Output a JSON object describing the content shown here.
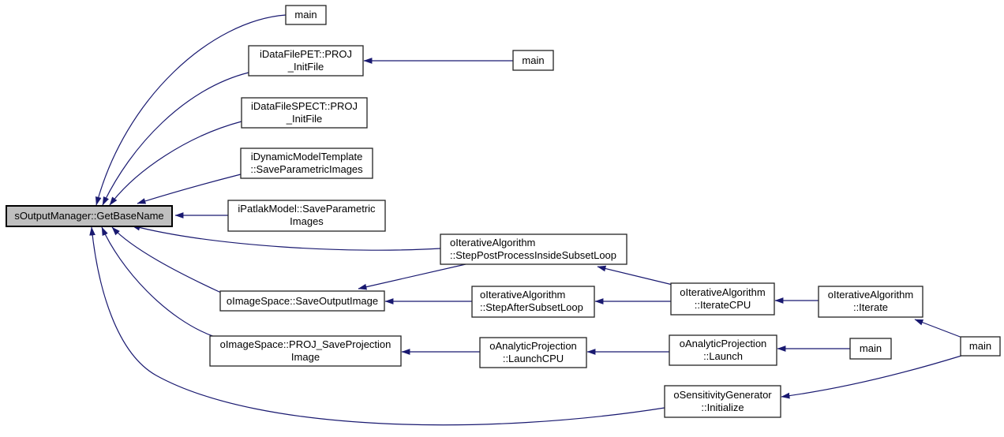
{
  "diagram": {
    "kind": "doxygen-caller-graph",
    "root_function": "sOutputManager::GetBaseName",
    "edge_color": "#191970",
    "node_fill": "#ffffff",
    "node_border": "#242424",
    "highlight_fill": "#bfbfbf",
    "background": "#ffffff"
  },
  "nodes": [
    {
      "id": "main-top",
      "lines": [
        "main"
      ],
      "highlighted": false
    },
    {
      "id": "idatafilepet-proj-initfile",
      "lines": [
        "iDataFilePET::PROJ",
        "_InitFile"
      ],
      "highlighted": false
    },
    {
      "id": "main-pet-caller",
      "lines": [
        "main"
      ],
      "highlighted": false
    },
    {
      "id": "idatafilespect-proj-initfile",
      "lines": [
        "iDataFileSPECT::PROJ",
        "_InitFile"
      ],
      "highlighted": false
    },
    {
      "id": "idynamicmodeltemplate-saveparametricimages",
      "lines": [
        "iDynamicModelTemplate",
        "::SaveParametricImages"
      ],
      "highlighted": false
    },
    {
      "id": "soutputmanager-getbasename",
      "lines": [
        "sOutputManager::GetBaseName"
      ],
      "highlighted": true
    },
    {
      "id": "ipatlakmodel-saveparametricimages",
      "lines": [
        "iPatlakModel::SaveParametric",
        "Images"
      ],
      "highlighted": false
    },
    {
      "id": "oiterativealgorithm-steppostprocessinsidesubsetloop",
      "lines": [
        "oIterativeAlgorithm",
        "::StepPostProcessInsideSubsetLoop"
      ],
      "highlighted": false
    },
    {
      "id": "oimagespace-saveoutputimage",
      "lines": [
        "oImageSpace::SaveOutputImage"
      ],
      "highlighted": false
    },
    {
      "id": "oiterativealgorithm-stepaftersubsetloop",
      "lines": [
        "oIterativeAlgorithm",
        "::StepAfterSubsetLoop"
      ],
      "highlighted": false
    },
    {
      "id": "oiterativealgorithm-iteratecpu",
      "lines": [
        "oIterativeAlgorithm",
        "::IterateCPU"
      ],
      "highlighted": false
    },
    {
      "id": "oiterativealgorithm-iterate",
      "lines": [
        "oIterativeAlgorithm",
        "::Iterate"
      ],
      "highlighted": false
    },
    {
      "id": "oimagespace-proj-saveprojectionimage",
      "lines": [
        "oImageSpace::PROJ_SaveProjection",
        "Image"
      ],
      "highlighted": false
    },
    {
      "id": "oanalyticprojection-launchcpu",
      "lines": [
        "oAnalyticProjection",
        "::LaunchCPU"
      ],
      "highlighted": false
    },
    {
      "id": "oanalyticprojection-launch",
      "lines": [
        "oAnalyticProjection",
        "::Launch"
      ],
      "highlighted": false
    },
    {
      "id": "main-launch-caller",
      "lines": [
        "main"
      ],
      "highlighted": false
    },
    {
      "id": "main-right-caller",
      "lines": [
        "main"
      ],
      "highlighted": false
    },
    {
      "id": "osensitivitygenerator-initialize",
      "lines": [
        "oSensitivityGenerator",
        "::Initialize"
      ],
      "highlighted": false
    }
  ],
  "edges": [
    {
      "from": "main-top",
      "to": "soutputmanager-getbasename"
    },
    {
      "from": "idatafilepet-proj-initfile",
      "to": "soutputmanager-getbasename"
    },
    {
      "from": "idatafilespect-proj-initfile",
      "to": "soutputmanager-getbasename"
    },
    {
      "from": "idynamicmodeltemplate-saveparametricimages",
      "to": "soutputmanager-getbasename"
    },
    {
      "from": "ipatlakmodel-saveparametricimages",
      "to": "soutputmanager-getbasename"
    },
    {
      "from": "oiterativealgorithm-steppostprocessinsidesubsetloop",
      "to": "soutputmanager-getbasename"
    },
    {
      "from": "oimagespace-saveoutputimage",
      "to": "soutputmanager-getbasename"
    },
    {
      "from": "oimagespace-proj-saveprojectionimage",
      "to": "soutputmanager-getbasename"
    },
    {
      "from": "osensitivitygenerator-initialize",
      "to": "soutputmanager-getbasename"
    },
    {
      "from": "main-pet-caller",
      "to": "idatafilepet-proj-initfile"
    },
    {
      "from": "oiterativealgorithm-iteratecpu",
      "to": "oiterativealgorithm-steppostprocessinsidesubsetloop"
    },
    {
      "from": "oiterativealgorithm-steppostprocessinsidesubsetloop",
      "to": "oimagespace-saveoutputimage"
    },
    {
      "from": "oiterativealgorithm-stepaftersubsetloop",
      "to": "oimagespace-saveoutputimage"
    },
    {
      "from": "oiterativealgorithm-iteratecpu",
      "to": "oiterativealgorithm-stepaftersubsetloop"
    },
    {
      "from": "oiterativealgorithm-iterate",
      "to": "oiterativealgorithm-iteratecpu"
    },
    {
      "from": "main-right-caller",
      "to": "oiterativealgorithm-iterate"
    },
    {
      "from": "oanalyticprojection-launchcpu",
      "to": "oimagespace-proj-saveprojectionimage"
    },
    {
      "from": "oanalyticprojection-launch",
      "to": "oanalyticprojection-launchcpu"
    },
    {
      "from": "main-launch-caller",
      "to": "oanalyticprojection-launch"
    },
    {
      "from": "main-right-caller",
      "to": "osensitivitygenerator-initialize"
    }
  ]
}
